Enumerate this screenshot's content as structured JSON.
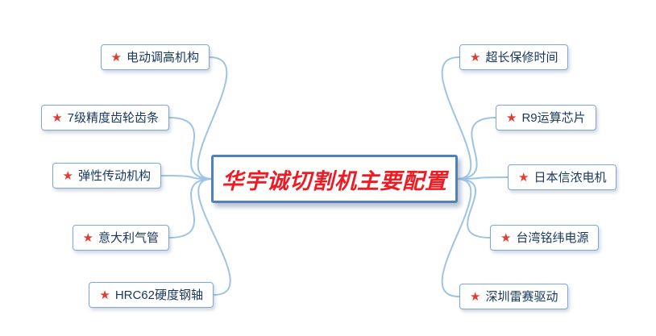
{
  "diagram": {
    "center": {
      "label": "华宇诚切割机主要配置"
    },
    "left": [
      {
        "label": "电动调高机构"
      },
      {
        "label": "7级精度齿轮齿条"
      },
      {
        "label": "弹性传动机构"
      },
      {
        "label": "意大利气管"
      },
      {
        "label": "HRC62硬度钢轴"
      }
    ],
    "right": [
      {
        "label": "超长保修时间"
      },
      {
        "label": "R9运算芯片"
      },
      {
        "label": "日本信浓电机"
      },
      {
        "label": "台湾铭纬电源"
      },
      {
        "label": "深圳雷赛驱动"
      }
    ],
    "star_icon": "★",
    "colors": {
      "connector": "#9dc3e6",
      "node_border": "#7da7d9",
      "node_text": "#17375e",
      "star": "#e03c31",
      "center_border": "#4f81bd",
      "center_text": "#ed1c24"
    }
  }
}
